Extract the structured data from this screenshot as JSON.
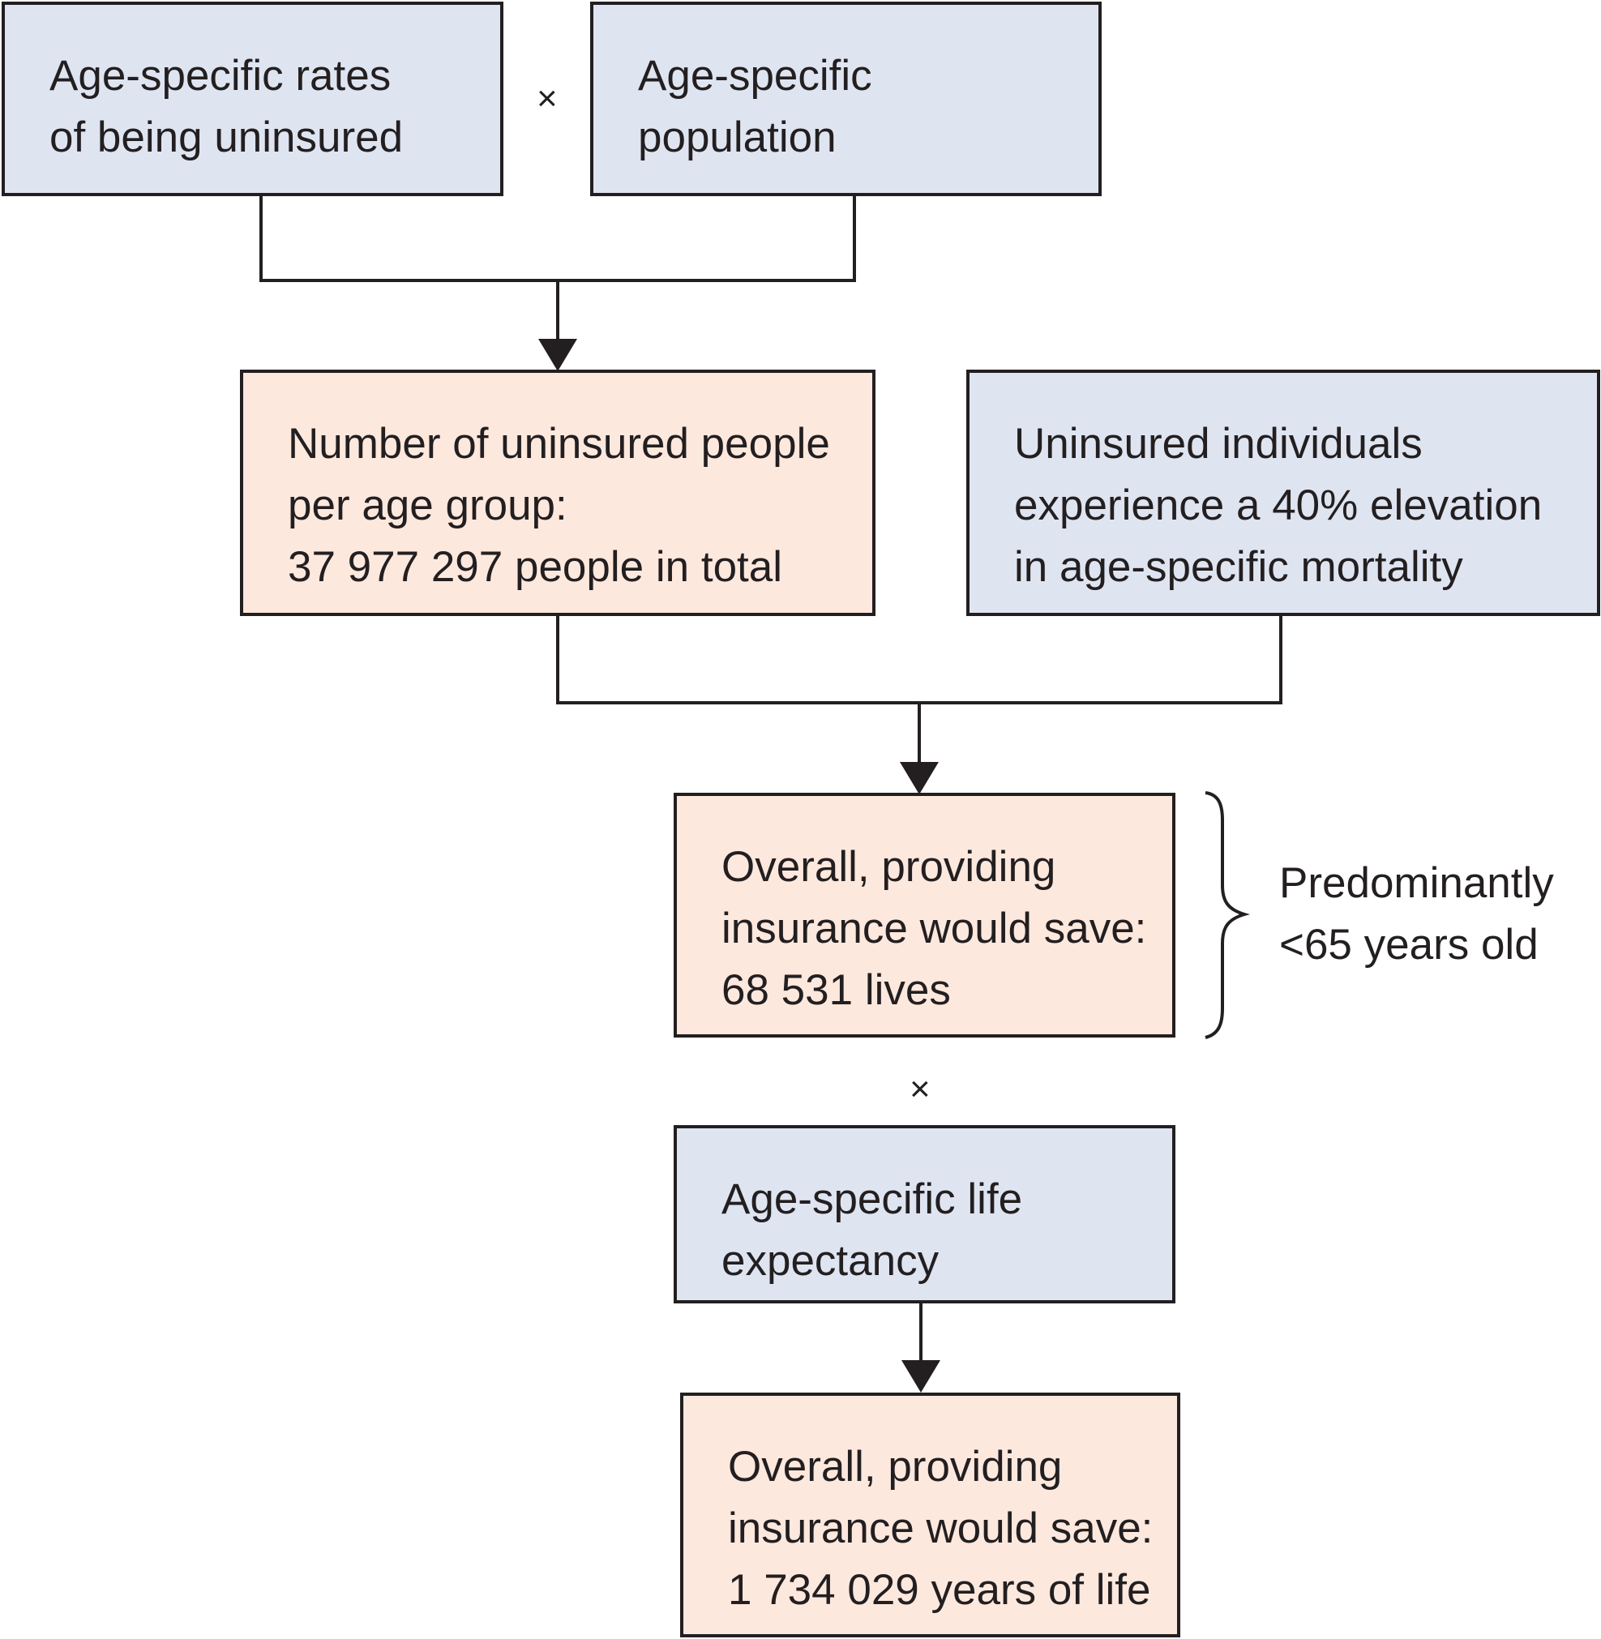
{
  "boxes": {
    "uninsured_rates": {
      "lines": [
        "Age-specific rates",
        "of being uninsured"
      ]
    },
    "population": {
      "lines": [
        "Age-specific",
        "population"
      ]
    },
    "uninsured_people": {
      "lines": [
        "Number of uninsured people",
        "per age group:",
        "37 977 297 people in total"
      ]
    },
    "mortality_elevation": {
      "lines": [
        "Uninsured individuals",
        "experience a 40% elevation",
        "in age-specific mortality"
      ]
    },
    "lives_saved": {
      "lines": [
        "Overall, providing",
        "insurance would save:",
        "68 531 lives"
      ]
    },
    "life_expectancy": {
      "lines": [
        "Age-specific life",
        "expectancy"
      ]
    },
    "years_saved": {
      "lines": [
        "Overall, providing",
        "insurance would save:",
        "1 734 029 years of life"
      ]
    }
  },
  "operators": {
    "top": "×",
    "middle": "×"
  },
  "annotation": {
    "lines": [
      "Predominantly",
      "<65 years old"
    ]
  },
  "colors": {
    "input_box": "#dfe4f1",
    "result_box": "#fde8de",
    "stroke": "#231f20"
  }
}
